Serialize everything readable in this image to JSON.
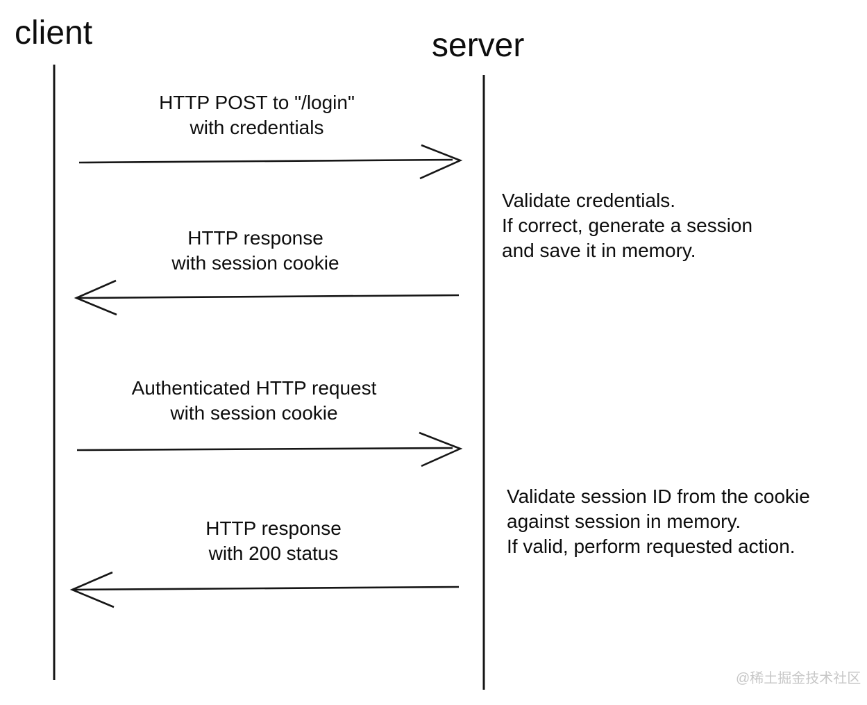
{
  "diagram": {
    "type": "sequence",
    "ink_color": "#161616",
    "watermark_color": "#c7c7c7",
    "actors": [
      {
        "id": "client",
        "label": "client"
      },
      {
        "id": "server",
        "label": "server"
      }
    ],
    "messages": [
      {
        "from": "client",
        "to": "server",
        "direction": "right",
        "lines": [
          "HTTP POST to \"/login\"",
          "with credentials"
        ]
      },
      {
        "from": "server",
        "to": "client",
        "direction": "left",
        "lines": [
          "HTTP response",
          "with session cookie"
        ]
      },
      {
        "from": "client",
        "to": "server",
        "direction": "right",
        "lines": [
          "Authenticated HTTP request",
          "with session cookie"
        ]
      },
      {
        "from": "server",
        "to": "client",
        "direction": "left",
        "lines": [
          "HTTP response",
          "with 200 status"
        ]
      }
    ],
    "notes": [
      {
        "actor": "server",
        "lines": [
          "Validate credentials.",
          "If correct, generate a session",
          "and save it in memory."
        ]
      },
      {
        "actor": "server",
        "lines": [
          "Validate session ID from the cookie",
          "against session in memory.",
          "If valid, perform requested action."
        ]
      }
    ],
    "watermark": "@稀土掘金技术社区"
  }
}
